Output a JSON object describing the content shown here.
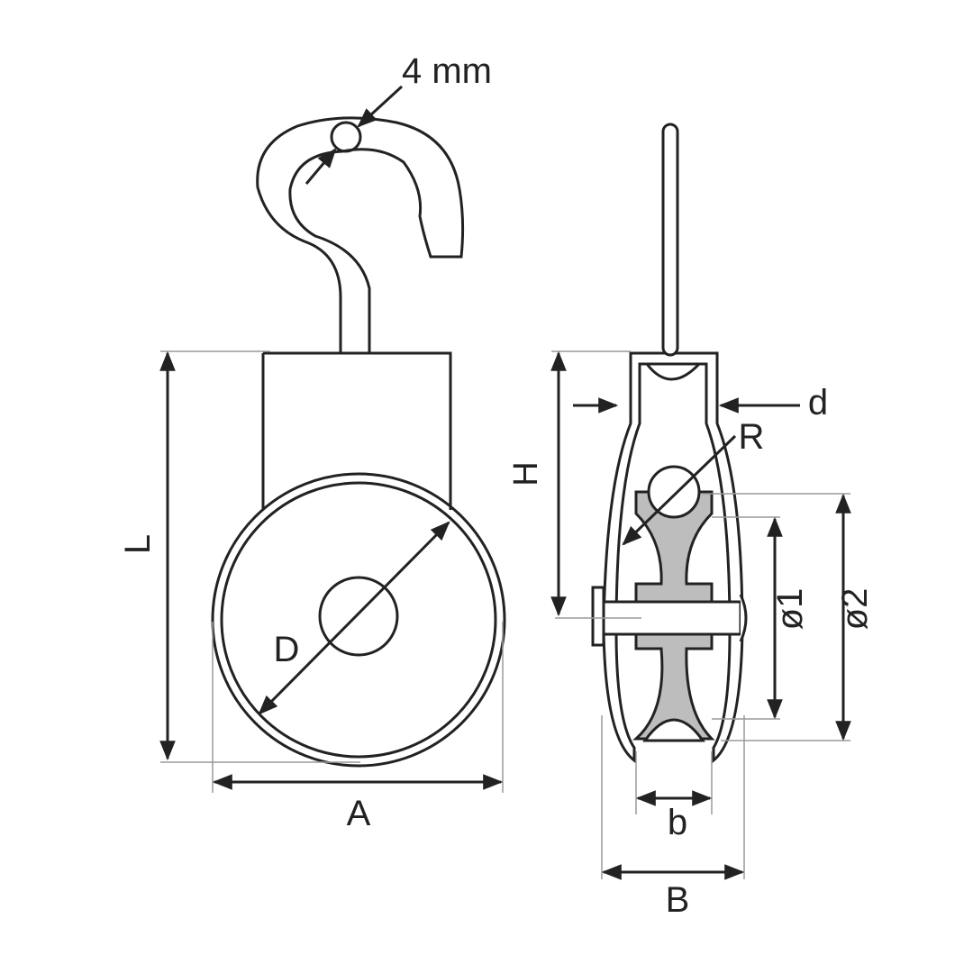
{
  "colors": {
    "line": "#222222",
    "sheave_fill": "#bdbdbd",
    "extension_line": "#9a9a9a",
    "background": "#ffffff"
  },
  "labels": {
    "wire_thickness": "4 mm",
    "overall_length": "L",
    "sheave_diameter": "D",
    "overall_width": "A",
    "inner_height": "H",
    "plate_thickness": "d",
    "groove_radius": "R",
    "diameter_1": "ø1",
    "diameter_2": "ø2",
    "groove_width": "b",
    "overall_depth": "B"
  }
}
